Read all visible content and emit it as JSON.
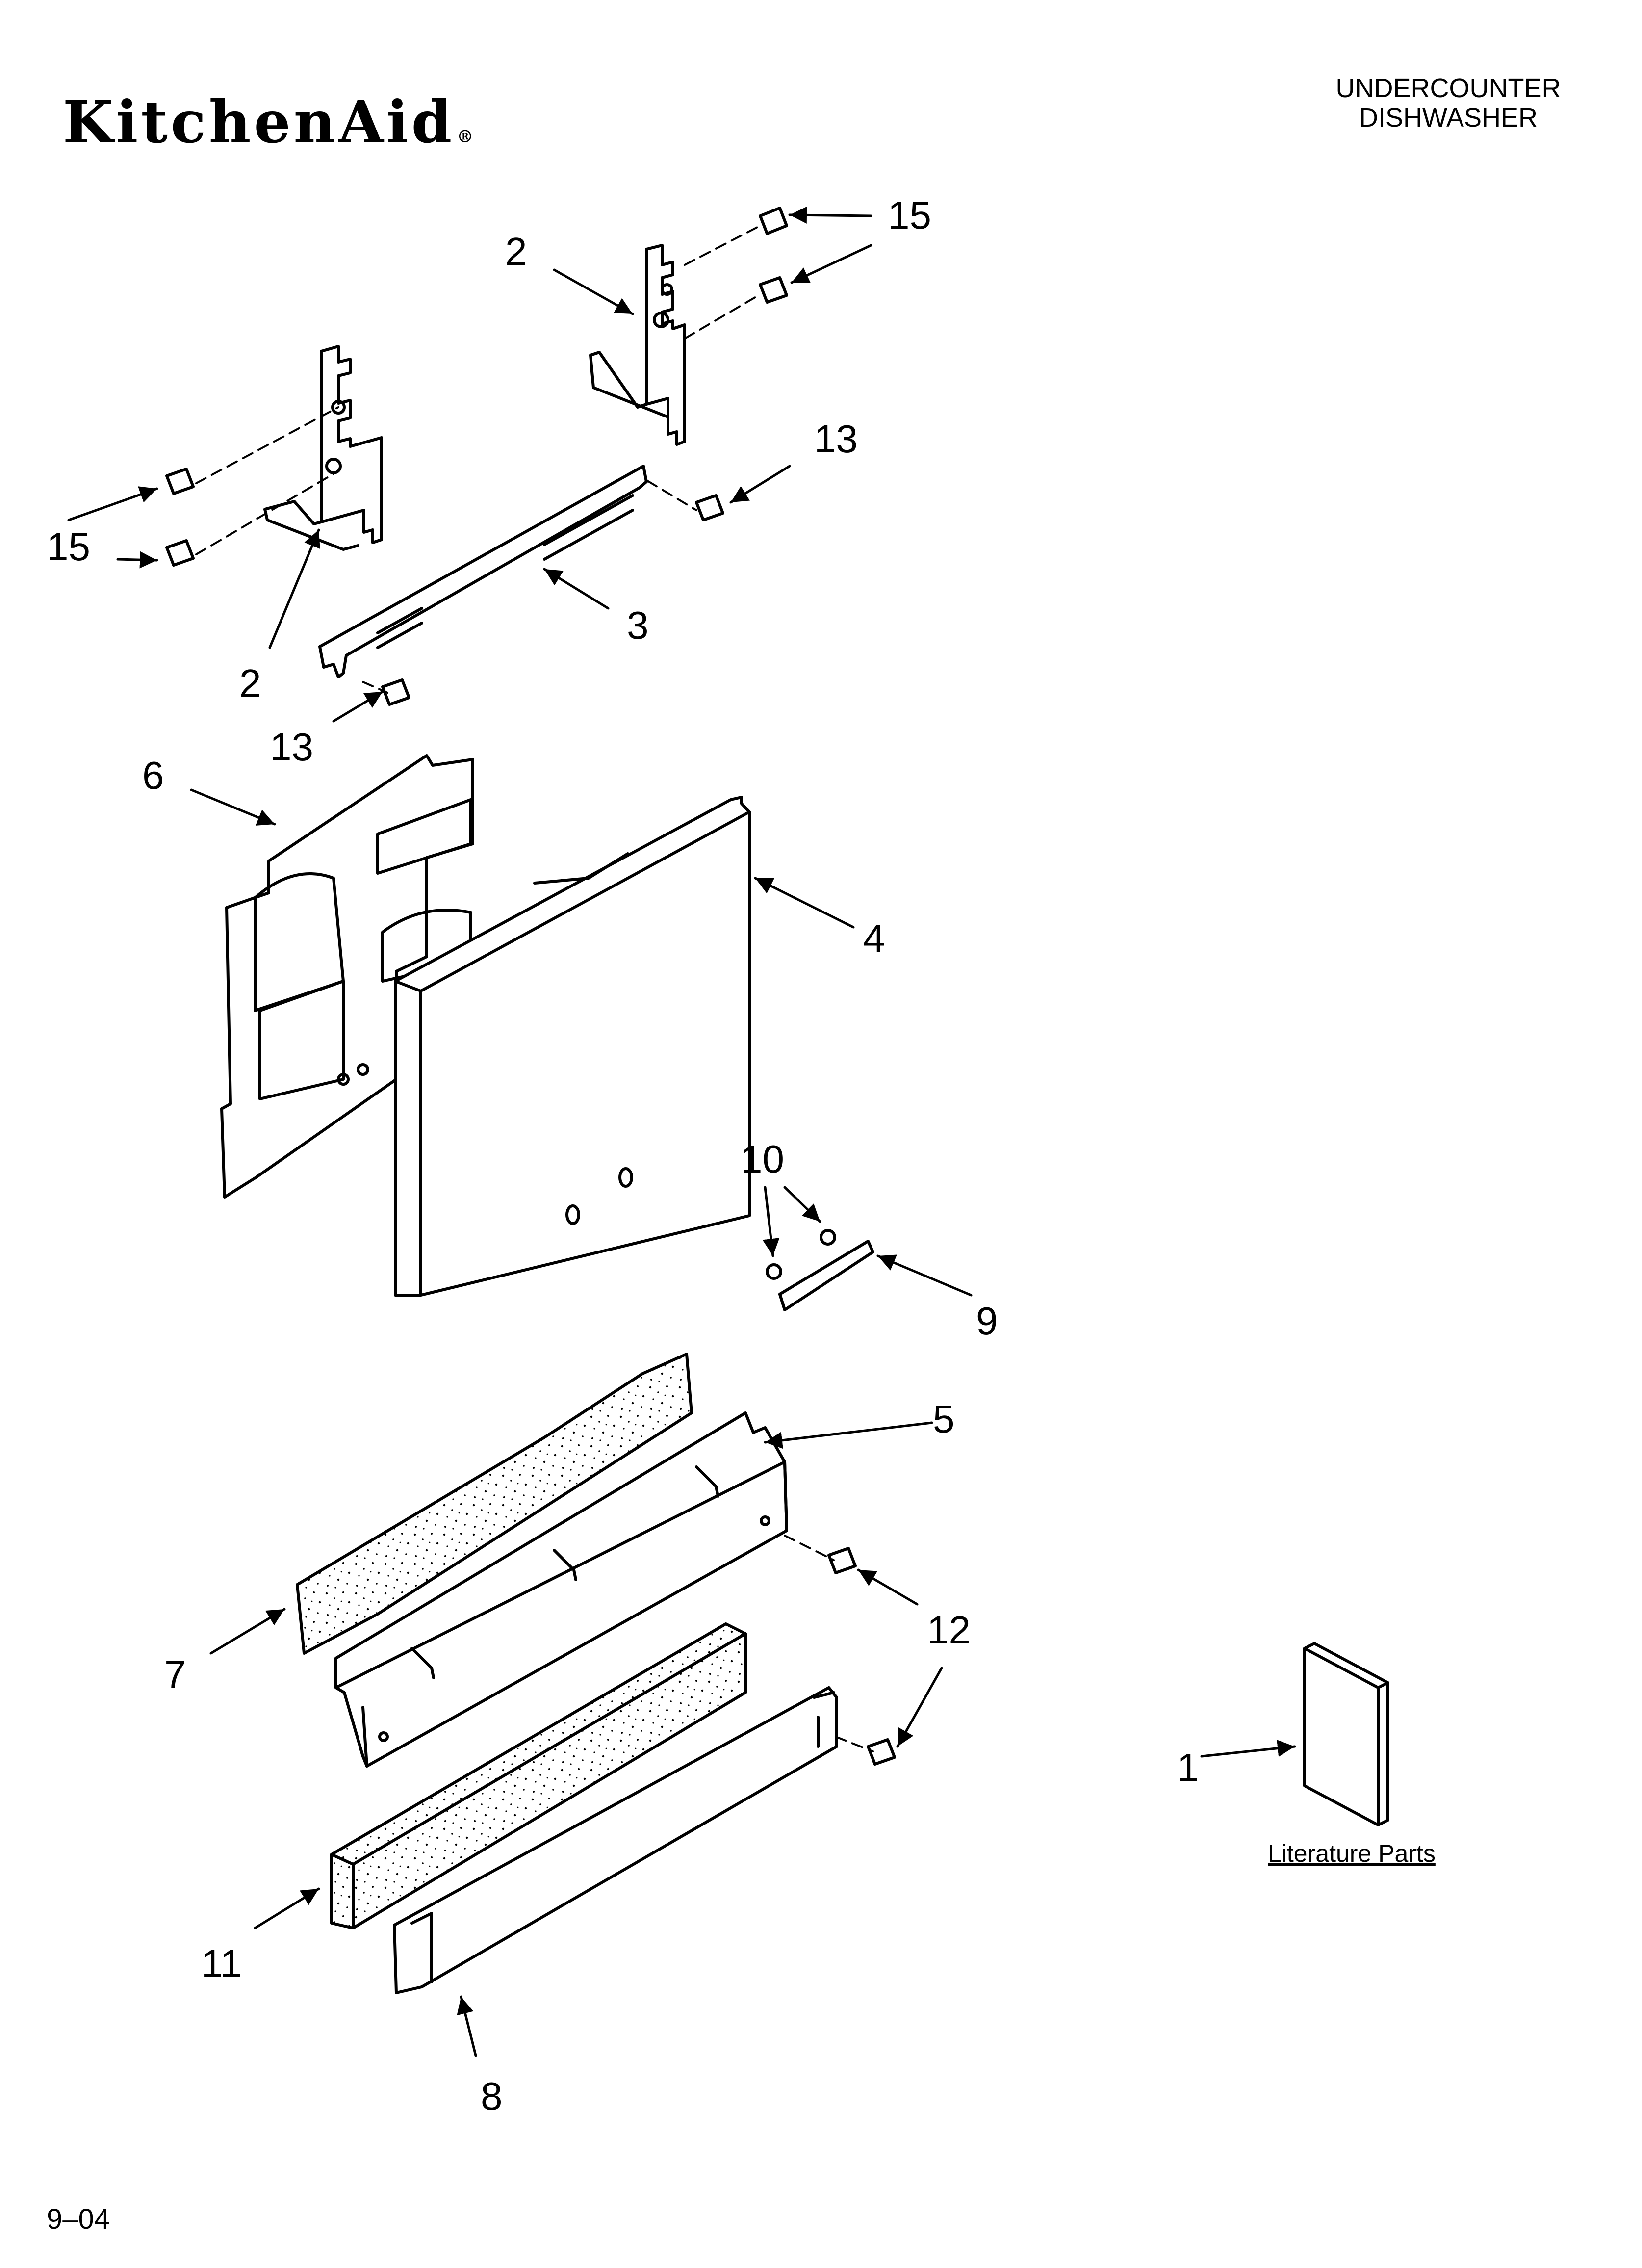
{
  "header": {
    "brand": "KitchenAid",
    "brand_mark": "®",
    "title_line1": "UNDERCOUNTER",
    "title_line2": "DISHWASHER"
  },
  "footer": {
    "code": "9–04"
  },
  "callouts": {
    "c1": "1",
    "c2a": "2",
    "c2b": "2",
    "c3": "3",
    "c4": "4",
    "c5": "5",
    "c6": "6",
    "c7": "7",
    "c8": "8",
    "c9": "9",
    "c10": "10",
    "c11": "11",
    "c12": "12",
    "c13a": "13",
    "c13b": "13",
    "c15a": "15",
    "c15b": "15"
  },
  "literature": {
    "label": "Literature Parts"
  }
}
